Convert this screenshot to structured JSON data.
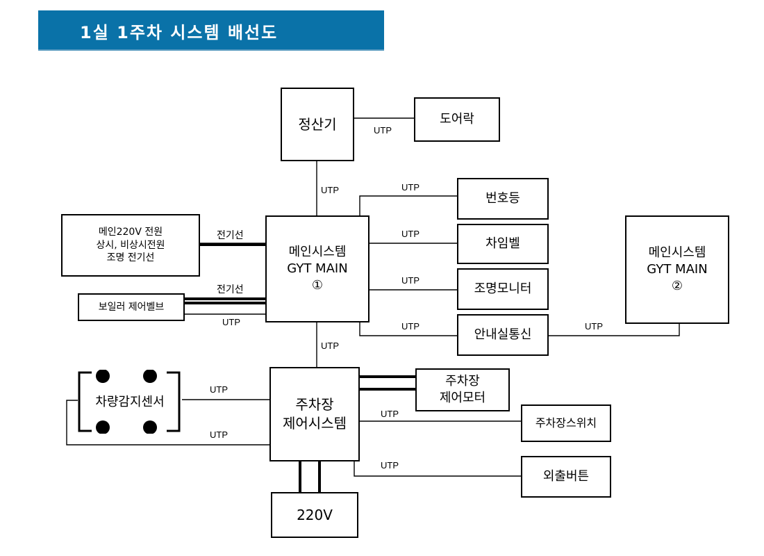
{
  "title": "1실 1주차 시스템 배선도",
  "nodes": {
    "settle": "정산기",
    "doorlock": "도어락",
    "plate_light": "번호등",
    "chime": "차임벨",
    "light_monitor": "조명모니터",
    "info_comm": "안내실통신",
    "main_power": "메인220V 전원\n상시, 비상시전원\n조명 전기선",
    "boiler": "보일러 제어벨브",
    "main1": "메인시스템\nGYT MAIN\n①",
    "main2": "메인시스템\nGYT MAIN\n②",
    "parking_ctrl": "주차장\n제어시스템",
    "parking_motor": "주차장\n제어모터",
    "parking_switch": "주차장스위치",
    "out_button": "외출버튼",
    "power220": "220V",
    "sensor": "차량감지센서"
  },
  "edge_labels": {
    "utp": "UTP",
    "elec": "전기선"
  },
  "colors": {
    "banner": "#0a72a8",
    "line": "#000000"
  }
}
